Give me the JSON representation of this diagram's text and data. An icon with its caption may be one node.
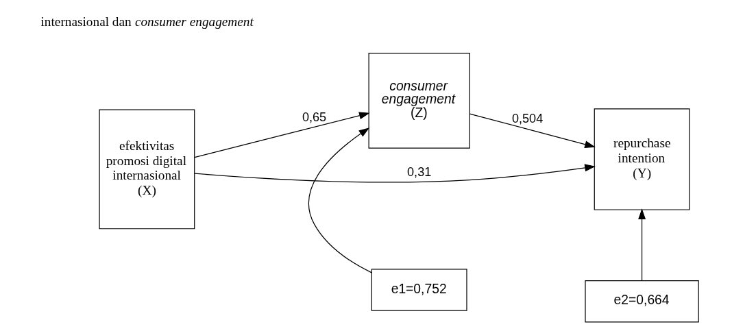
{
  "diagram": {
    "nodes": [
      {
        "text": [
          "e1=0,752"
        ]
      },
      {
        "text": [
          "e2=0,664"
        ]
      },
      {
        "text": [
          "*consumer engagement* (Z)"
        ]
      },
      {
        "text": [
          "efektivitas promosi digital internasional (X)"
        ]
      },
      {
        "text": [
          "repurchase intention (Y)"
        ]
      }
    ],
    "edges": [
      {
        "from": 0,
        "to": 2,
        "arrow": "to"
      },
      {
        "from": 1,
        "to": 4,
        "arrow": "to"
      },
      {
        "from": 3,
        "to": 2,
        "arrow": "to",
        "label": "0,65"
      },
      {
        "from": 2,
        "to": 4,
        "arrow": "to",
        "label": "0,504"
      },
      {
        "from": 3,
        "to": 4,
        "arrow": "to",
        "label": "0,31"
      }
    ],
    "labels": [
      "internasional dan *consumer engagement*"
    ]
  }
}
